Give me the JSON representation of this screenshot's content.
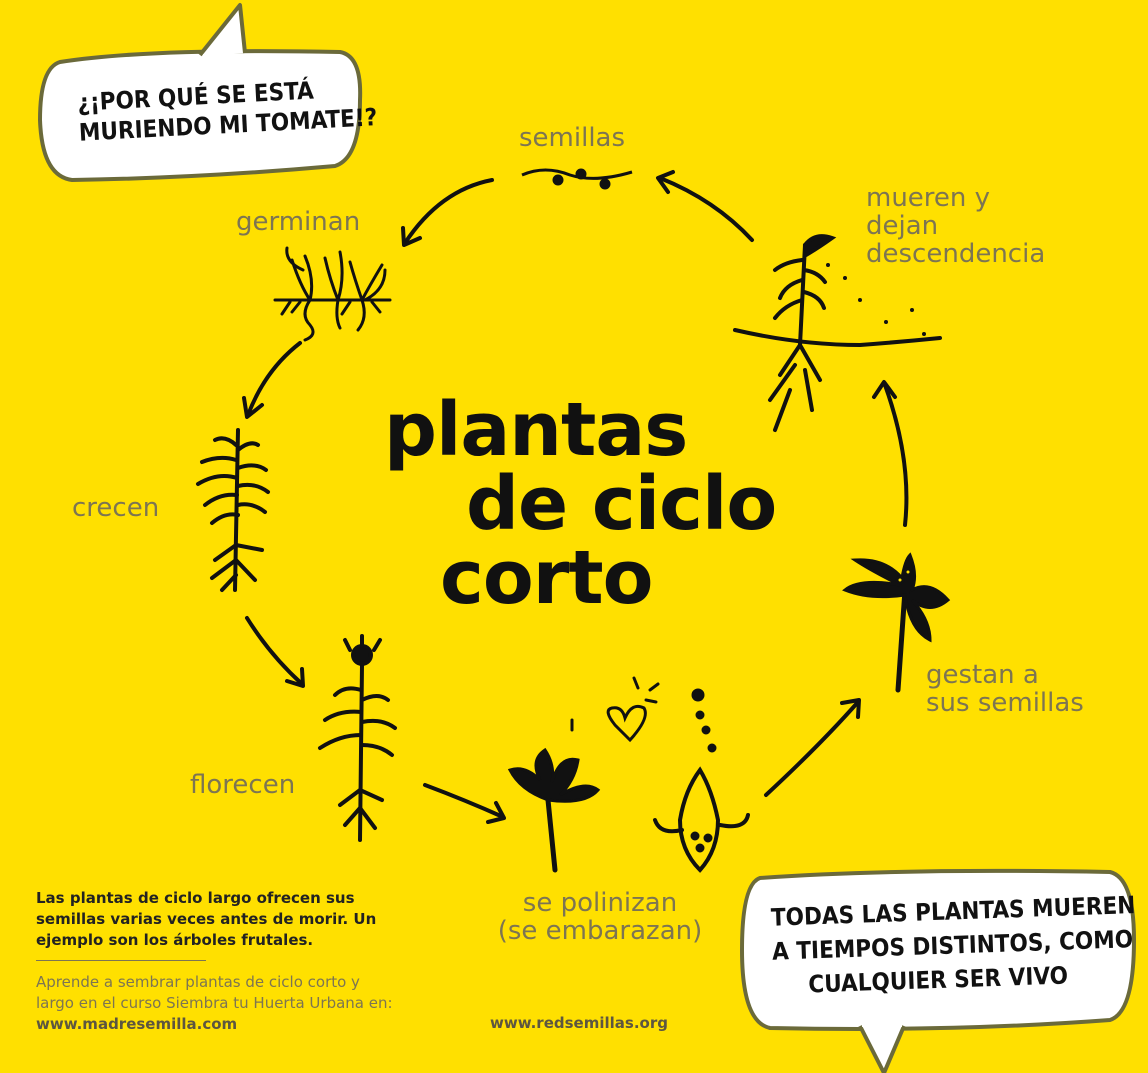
{
  "title": {
    "line1": "plantas",
    "line2": "de ciclo",
    "line3": "corto"
  },
  "stages": {
    "seeds": "semillas",
    "germinate": "germinan",
    "grow": "crecen",
    "bloom": "florecen",
    "pollinate_1": "se polinizan",
    "pollinate_2": "(se embarazan)",
    "gestate_1": "gestan a",
    "gestate_2": "sus semillas",
    "die_1": "mueren y",
    "die_2": "dejan",
    "die_3": "descendencia"
  },
  "bubble_top": {
    "line1": "¿¡POR QUÉ SE ESTÁ",
    "line2": "MURIENDO MI TOMATE!?"
  },
  "bubble_bottom": {
    "line1": "TODAS LAS PLANTAS MUEREN",
    "line2": "A TIEMPOS DISTINTOS, COMO",
    "line3": "CUALQUIER SER VIVO"
  },
  "note": {
    "bold": "Las plantas de ciclo largo ofrecen sus semillas varias veces antes de morir. Un ejemplo son los árboles frutales.",
    "text": "Aprende a sembrar plantas de ciclo corto y largo en el curso Siembra tu Huerta Urbana en: ",
    "link": "www.madresemilla.com"
  },
  "footer_url": "www.redsemillas.org",
  "colors": {
    "background": "#FFE000",
    "ink": "#111111",
    "label": "#7d7552"
  }
}
